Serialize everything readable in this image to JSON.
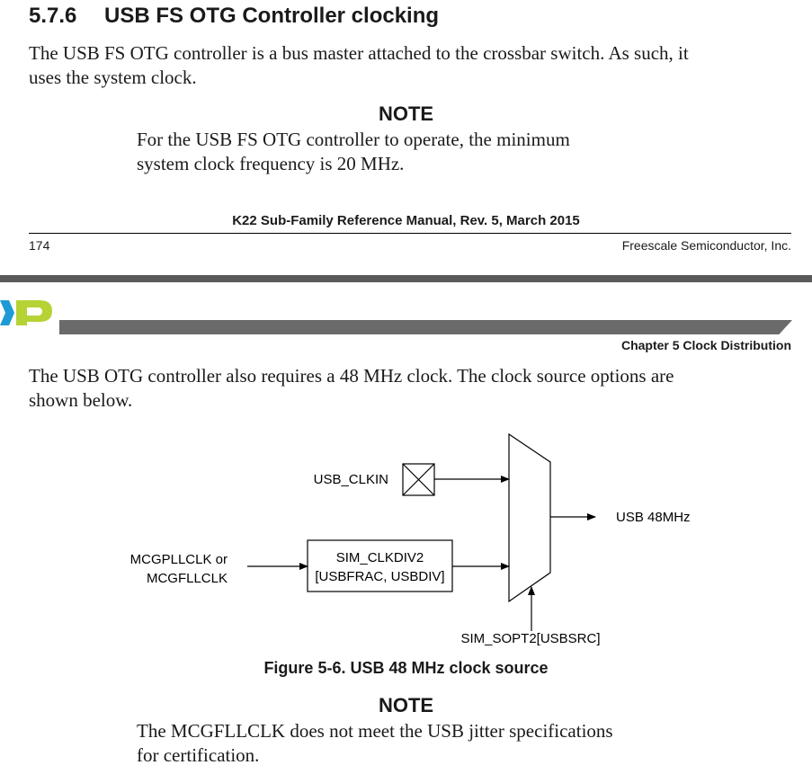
{
  "section": {
    "number": "5.7.6",
    "title": "USB FS OTG Controller clocking"
  },
  "para1": {
    "line1": "The USB FS OTG controller is a bus master attached to the crossbar switch. As such, it",
    "line2": "uses the system clock."
  },
  "note1": {
    "heading": "NOTE",
    "line1": "For the USB FS OTG controller to operate, the minimum",
    "line2": "system clock frequency is 20 MHz."
  },
  "footer": {
    "title": "K22 Sub-Family Reference Manual, Rev. 5, March 2015",
    "page_number": "174",
    "publisher": "Freescale Semiconductor, Inc."
  },
  "header": {
    "chapter": "Chapter 5 Clock Distribution"
  },
  "para2": {
    "line1": "The USB OTG controller also requires a 48 MHz clock. The clock source options are",
    "line2": "shown below."
  },
  "diagram": {
    "usb_clkin": "USB_CLKIN",
    "pll_line1": "MCGPLLCLK or",
    "pll_line2": "MCGFLLCLK",
    "div_line1": "SIM_CLKDIV2",
    "div_line2": "[USBFRAC, USBDIV]",
    "output": "USB 48MHz",
    "select": "SIM_SOPT2[USBSRC]"
  },
  "figure": {
    "caption": "Figure 5-6. USB 48 MHz clock source"
  },
  "note2": {
    "heading": "NOTE",
    "line1": "The MCGFLLCLK does not meet the USB jitter specifications",
    "line2": "for certification."
  },
  "colors": {
    "logo_green": "#b5d334",
    "logo_blue": "#1e9bd7",
    "bar_gray": "#6a6a6a"
  }
}
